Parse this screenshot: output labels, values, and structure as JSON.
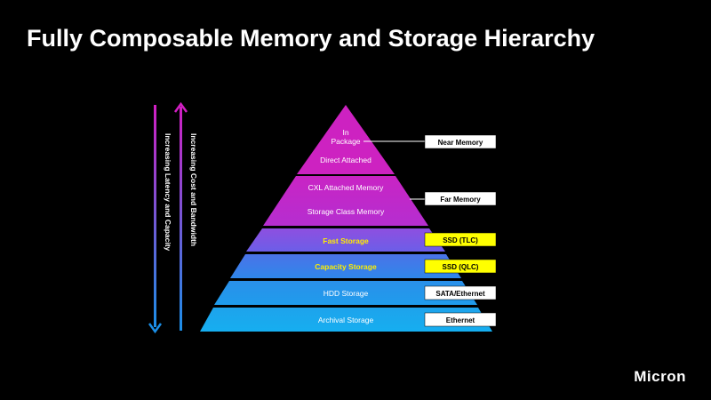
{
  "title": "Fully Composable Memory and Storage Hierarchy",
  "arrows": {
    "down_label": "Increasing Latency and Capacity",
    "up_label": "Increasing Cost and Bandwidth"
  },
  "pyramid": {
    "apex": {
      "line1": "In",
      "line2": "Package",
      "line3": "Direct Attached"
    },
    "tier2": {
      "line1": "CXL Attached Memory",
      "line2": "Storage Class Memory"
    },
    "fast": "Fast Storage",
    "capacity": "Capacity Storage",
    "hdd": "HDD Storage",
    "archival": "Archival Storage"
  },
  "boxes": {
    "near": "Near Memory",
    "far": "Far Memory",
    "ssd_tlc": "SSD (TLC)",
    "ssd_qlc": "SSD (QLC)",
    "sata": "SATA/Ethernet",
    "ethernet": "Ethernet"
  },
  "colors": {
    "magenta": "#cc22c0",
    "violet": "#7e55e6",
    "blue": "#3a7ae6",
    "cyan": "#1aa9ea",
    "highlight_text": "#ffee00",
    "box_fill": "#ffffff",
    "highlight_box_fill": "#ffff00"
  },
  "logo": "Micron"
}
